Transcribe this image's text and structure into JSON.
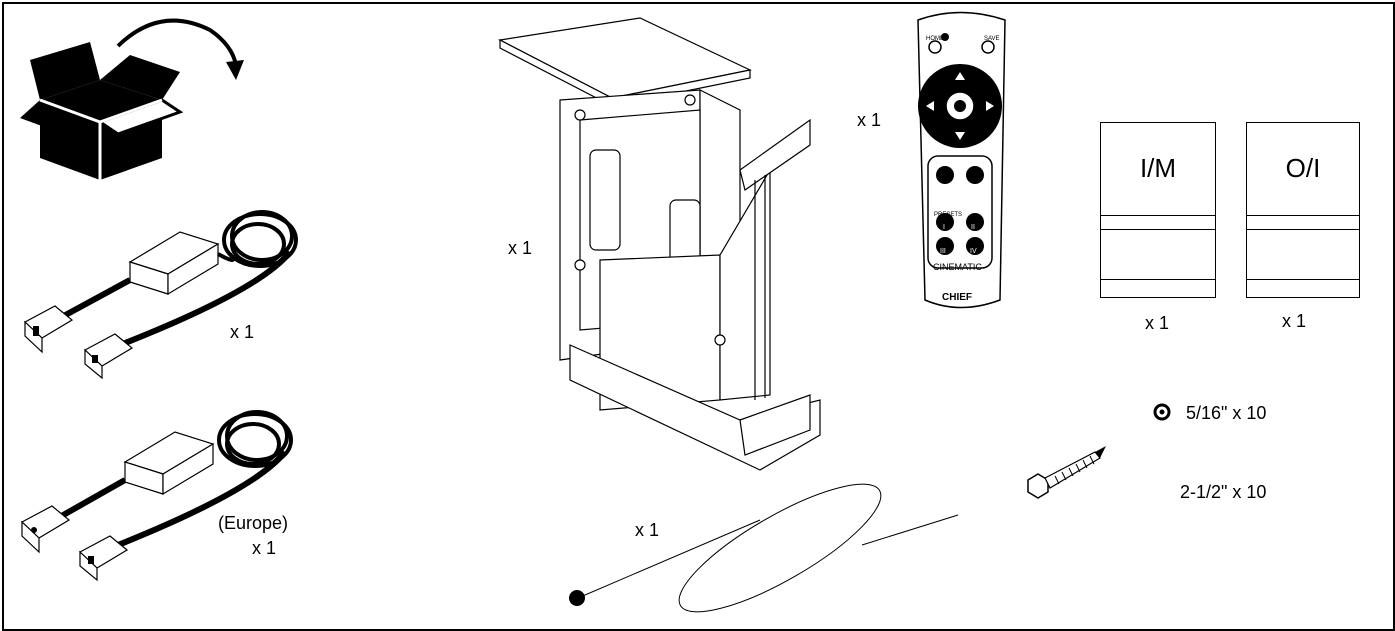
{
  "parts": {
    "power_supply_qty": "x 1",
    "power_supply_eu_region": "(Europe)",
    "power_supply_eu_qty": "x 1",
    "lift_qty": "x 1",
    "cable_qty": "x 1",
    "remote_qty": "x 1",
    "remote": {
      "home": "HOME",
      "save": "SAVE",
      "presets": "PRESETS",
      "preset_1": "I",
      "preset_2": "II",
      "preset_3": "III",
      "preset_4": "IV",
      "brand_line": "CINEMATIC",
      "logo": "CHIEF"
    },
    "im_doc": {
      "title": "I/M",
      "qty": "x 1"
    },
    "oi_doc": {
      "title": "O/I",
      "qty": "x 1"
    },
    "washer": {
      "label": "5/16\" x 10"
    },
    "lag_bolt": {
      "label": "2-1/2\" x 10"
    }
  },
  "icons": [
    "box-open-icon",
    "rotate-arrow-icon",
    "power-supply-icon",
    "power-supply-eu-icon",
    "lift-mount-icon",
    "remote-control-icon",
    "cable-icon",
    "washer-icon",
    "lag-bolt-icon"
  ]
}
